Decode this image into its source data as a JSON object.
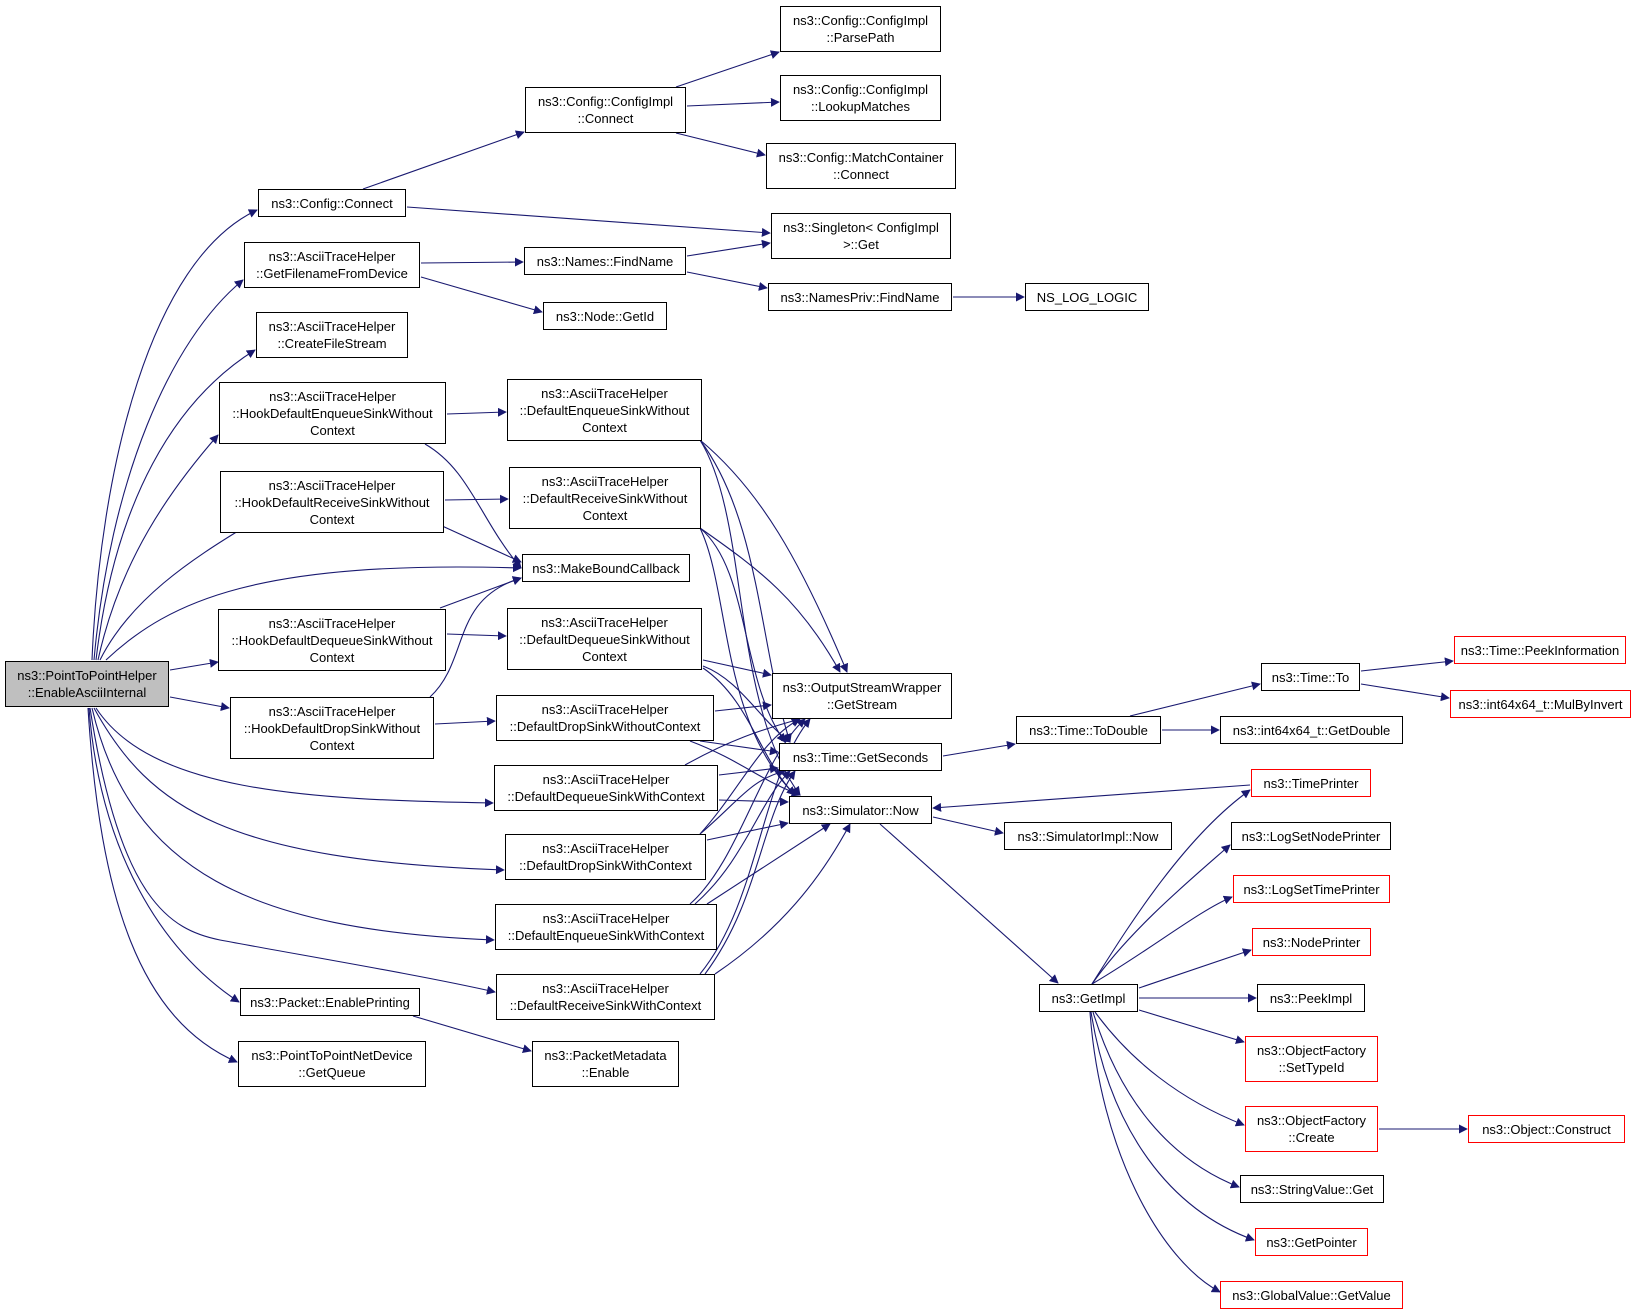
{
  "colors": {
    "edge": "#191970",
    "node_border": "#000000",
    "truncated_border": "#ff0000",
    "root_fill": "#bfbfbf"
  },
  "nodes": {
    "root": {
      "lines": [
        "ns3::PointToPointHelper",
        "::EnableAsciiInternal"
      ]
    },
    "cfg_connect": {
      "lines": [
        "ns3::Config::Connect"
      ]
    },
    "get_filename": {
      "lines": [
        "ns3::AsciiTraceHelper",
        "::GetFilenameFromDevice"
      ]
    },
    "create_filestream": {
      "lines": [
        "ns3::AsciiTraceHelper",
        "::CreateFileStream"
      ]
    },
    "hook_enqueue": {
      "lines": [
        "ns3::AsciiTraceHelper",
        "::HookDefaultEnqueueSinkWithout",
        "Context"
      ]
    },
    "hook_receive": {
      "lines": [
        "ns3::AsciiTraceHelper",
        "::HookDefaultReceiveSinkWithout",
        "Context"
      ]
    },
    "hook_dequeue": {
      "lines": [
        "ns3::AsciiTraceHelper",
        "::HookDefaultDequeueSinkWithout",
        "Context"
      ]
    },
    "hook_drop": {
      "lines": [
        "ns3::AsciiTraceHelper",
        "::HookDefaultDropSinkWithout",
        "Context"
      ]
    },
    "packet_enable": {
      "lines": [
        "ns3::Packet::EnablePrinting"
      ]
    },
    "p2p_getqueue": {
      "lines": [
        "ns3::PointToPointNetDevice",
        "::GetQueue"
      ]
    },
    "cfgimpl_connect": {
      "lines": [
        "ns3::Config::ConfigImpl",
        "::Connect"
      ]
    },
    "names_findname": {
      "lines": [
        "ns3::Names::FindName"
      ]
    },
    "node_getid": {
      "lines": [
        "ns3::Node::GetId"
      ]
    },
    "def_enqueue_wo": {
      "lines": [
        "ns3::AsciiTraceHelper",
        "::DefaultEnqueueSinkWithout",
        "Context"
      ]
    },
    "def_receive_wo": {
      "lines": [
        "ns3::AsciiTraceHelper",
        "::DefaultReceiveSinkWithout",
        "Context"
      ]
    },
    "make_bound": {
      "lines": [
        "ns3::MakeBoundCallback"
      ]
    },
    "def_dequeue_wo": {
      "lines": [
        "ns3::AsciiTraceHelper",
        "::DefaultDequeueSinkWithout",
        "Context"
      ]
    },
    "def_drop_wo": {
      "lines": [
        "ns3::AsciiTraceHelper",
        "::DefaultDropSinkWithoutContext"
      ]
    },
    "def_dequeue_w": {
      "lines": [
        "ns3::AsciiTraceHelper",
        "::DefaultDequeueSinkWithContext"
      ]
    },
    "def_drop_w": {
      "lines": [
        "ns3::AsciiTraceHelper",
        "::DefaultDropSinkWithContext"
      ]
    },
    "def_enqueue_w": {
      "lines": [
        "ns3::AsciiTraceHelper",
        "::DefaultEnqueueSinkWithContext"
      ]
    },
    "def_receive_w": {
      "lines": [
        "ns3::AsciiTraceHelper",
        "::DefaultReceiveSinkWithContext"
      ]
    },
    "pkt_meta_enable": {
      "lines": [
        "ns3::PacketMetadata",
        "::Enable"
      ]
    },
    "cfgimpl_parse": {
      "lines": [
        "ns3::Config::ConfigImpl",
        "::ParsePath"
      ]
    },
    "cfgimpl_lookup": {
      "lines": [
        "ns3::Config::ConfigImpl",
        "::LookupMatches"
      ]
    },
    "match_connect": {
      "lines": [
        "ns3::Config::MatchContainer",
        "::Connect"
      ]
    },
    "singleton_get": {
      "lines": [
        "ns3::Singleton< ConfigImpl",
        " >::Get"
      ]
    },
    "namespriv_find": {
      "lines": [
        "ns3::NamesPriv::FindName"
      ]
    },
    "ns_log_logic": {
      "lines": [
        "NS_LOG_LOGIC"
      ]
    },
    "osw_getstream": {
      "lines": [
        "ns3::OutputStreamWrapper",
        "::GetStream"
      ]
    },
    "time_getseconds": {
      "lines": [
        "ns3::Time::GetSeconds"
      ]
    },
    "sim_now": {
      "lines": [
        "ns3::Simulator::Now"
      ]
    },
    "time_todouble": {
      "lines": [
        "ns3::Time::ToDouble"
      ]
    },
    "simimpl_now": {
      "lines": [
        "ns3::SimulatorImpl::Now"
      ]
    },
    "get_impl": {
      "lines": [
        "ns3::GetImpl"
      ]
    },
    "time_to": {
      "lines": [
        "ns3::Time::To"
      ]
    },
    "int64_getdouble": {
      "lines": [
        "ns3::int64x64_t::GetDouble"
      ]
    },
    "time_peekinfo": {
      "lines": [
        "ns3::Time::PeekInformation"
      ]
    },
    "int64_mulbyinvert": {
      "lines": [
        "ns3::int64x64_t::MulByInvert"
      ]
    },
    "timeprinter": {
      "lines": [
        "ns3::TimePrinter"
      ]
    },
    "logsetnodeprinter": {
      "lines": [
        "ns3::LogSetNodePrinter"
      ]
    },
    "logsettimeprinter": {
      "lines": [
        "ns3::LogSetTimePrinter"
      ]
    },
    "nodeprinter": {
      "lines": [
        "ns3::NodePrinter"
      ]
    },
    "peekimpl": {
      "lines": [
        "ns3::PeekImpl"
      ]
    },
    "objfactory_settypeid": {
      "lines": [
        "ns3::ObjectFactory",
        "::SetTypeId"
      ]
    },
    "objfactory_create": {
      "lines": [
        "ns3::ObjectFactory",
        "::Create"
      ]
    },
    "object_construct": {
      "lines": [
        "ns3::Object::Construct"
      ]
    },
    "stringvalue_get": {
      "lines": [
        "ns3::StringValue::Get"
      ]
    },
    "getpointer": {
      "lines": [
        "ns3::GetPointer"
      ]
    },
    "globalvalue_getvalue": {
      "lines": [
        "ns3::GlobalValue::GetValue"
      ]
    }
  }
}
